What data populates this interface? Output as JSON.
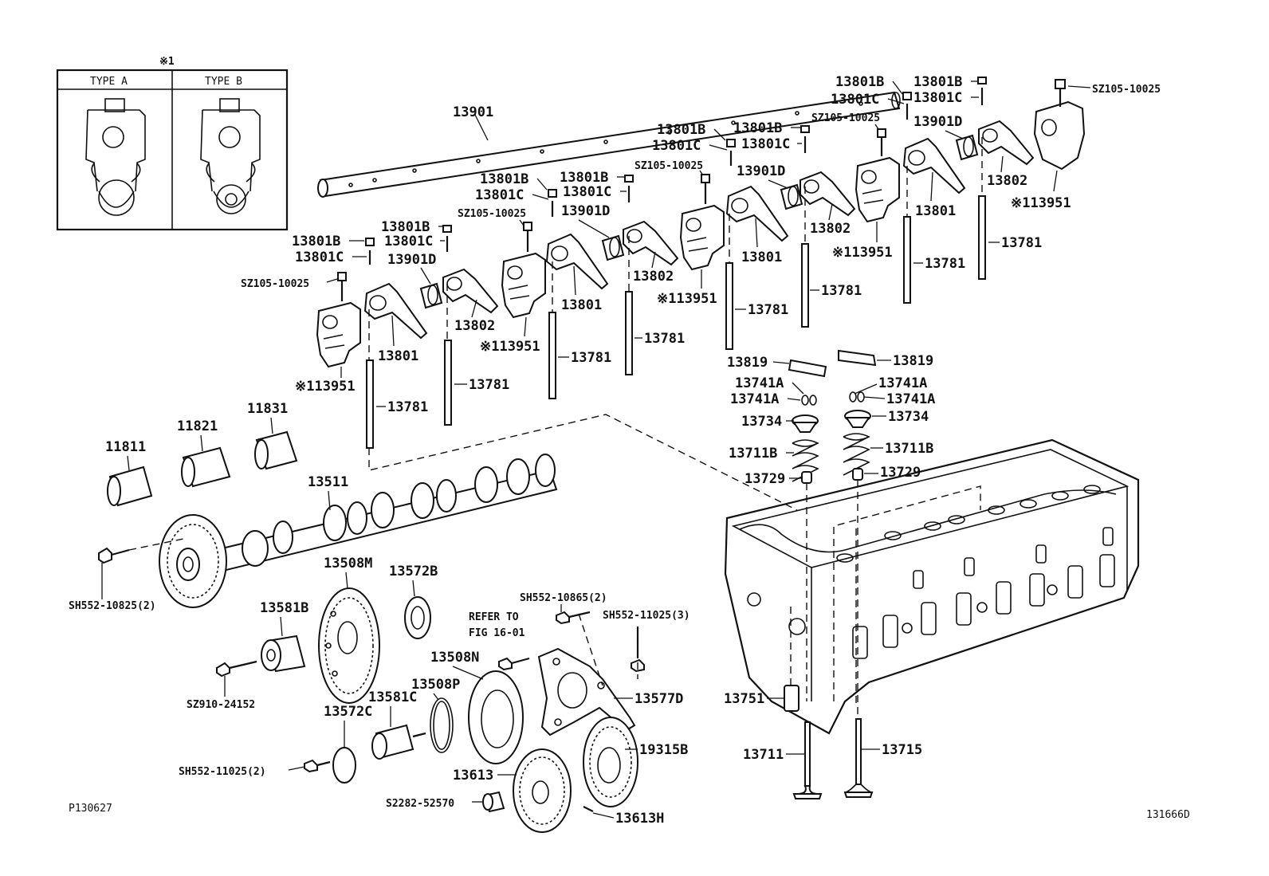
{
  "inset": {
    "mark": "※1",
    "type_a": "TYPE A",
    "type_b": "TYPE B"
  },
  "footer": {
    "left_code": "P130627",
    "right_code": "131666D"
  },
  "labels": {
    "13901": "13901",
    "11811": "11811",
    "11821": "11821",
    "11831": "11831",
    "13511": "13511",
    "sh552_10825": "SH552-10825(2)",
    "13508m": "13508M",
    "13572b": "13572B",
    "13581b": "13581B",
    "sz910": "SZ910-24152",
    "sh552_10865": "SH552-10865(2)",
    "sh552_11025_3": "SH552-11025(3)",
    "refer1": "REFER TO",
    "refer2": "FIG 16-01",
    "13508n": "13508N",
    "13508p": "13508P",
    "13581c": "13581C",
    "13572c": "13572C",
    "sh552_11025_2": "SH552-11025(2)",
    "13577d": "13577D",
    "19315b": "19315B",
    "13613": "13613",
    "s2282": "S2282-52570",
    "13613h": "13613H",
    "13751": "13751",
    "13711": "13711",
    "13715": "13715",
    "13819a": "13819",
    "13819b": "13819",
    "13741a_1": "13741A",
    "13741a_2": "13741A",
    "13741a_3": "13741A",
    "13741a_4": "13741A",
    "13734a": "13734",
    "13734b": "13734",
    "13711b_a": "13711B",
    "13711b_b": "13711B",
    "13729a": "13729",
    "13729b": "13729",
    "g1_801b_a": "13801B",
    "g1_801c_a": "13801C",
    "g1_801b_b": "13801B",
    "g1_801c_b": "13801C",
    "g1_sz": "SZ105-10025",
    "g1_901d": "13901D",
    "g1_802": "13802",
    "g1_801": "13801",
    "g1_951": "※113951",
    "g1_781a": "13781",
    "g1_781b": "13781",
    "g2_801b_a": "13801B",
    "g2_801c_a": "13801C",
    "g2_801b_b": "13801B",
    "g2_801c_b": "13801C",
    "g2_sz": "SZ105-10025",
    "g2_901d": "13901D",
    "g2_802": "13802",
    "g2_801": "13801",
    "g2_951": "※113951",
    "g2_781a": "13781",
    "g2_781b": "13781",
    "g3_801b_a": "13801B",
    "g3_801c_a": "13801C",
    "g3_801b_b": "13801B",
    "g3_801c_b": "13801C",
    "g3_sz": "SZ105-10025",
    "g3_901d": "13901D",
    "g3_802": "13802",
    "g3_801": "13801",
    "g3_951": "※113951",
    "g3_781a": "13781",
    "g3_781b": "13781",
    "g4_801b_a": "13801B",
    "g4_801c_a": "13801C",
    "g4_801b_b": "13801B",
    "g4_801c_b": "13801C",
    "g4_sz": "SZ105-10025",
    "g4_901d": "13901D",
    "g4_802": "13802",
    "g4_801": "13801",
    "g4_951": "※113951",
    "g4_781a": "13781",
    "g4_781b": "13781"
  }
}
